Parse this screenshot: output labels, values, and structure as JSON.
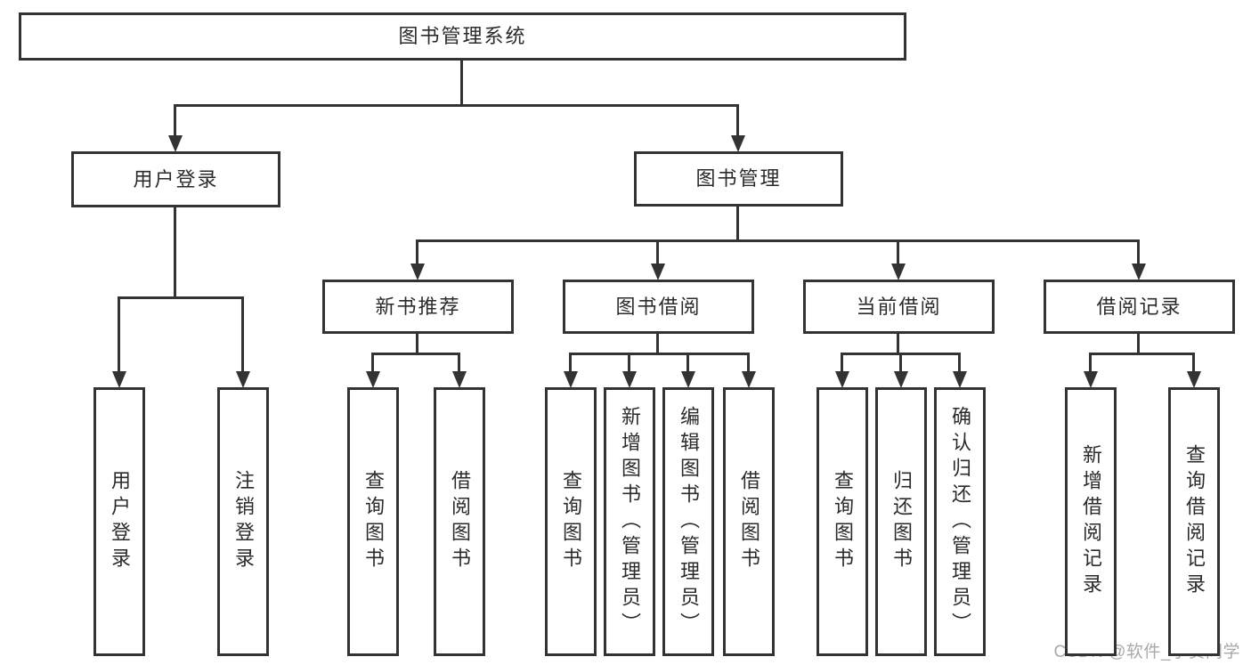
{
  "diagram": {
    "title": "图书管理系统",
    "nodes": {
      "root": {
        "label": "图书管理系统"
      },
      "userLogin": {
        "label": "用户登录"
      },
      "bookMgmt": {
        "label": "图书管理"
      },
      "newRec": {
        "label": "新书推荐"
      },
      "bookBorrow": {
        "label": "图书借阅"
      },
      "currentBorrow": {
        "label": "当前借阅"
      },
      "borrowRecords": {
        "label": "借阅记录"
      },
      "leafUserLogin": {
        "label": "用户登录"
      },
      "leafLogout": {
        "label": "注销登录"
      },
      "leafRecQuery": {
        "label": "查询图书"
      },
      "leafRecBorrow": {
        "label": "借阅图书"
      },
      "leafBorrowQuery": {
        "label": "查询图书"
      },
      "leafBorrowAdd": {
        "label": "新增图书（管理员）"
      },
      "leafBorrowEdit": {
        "label": "编辑图书（管理员）"
      },
      "leafBorrowBorrow": {
        "label": "借阅图书"
      },
      "leafCurQuery": {
        "label": "查询图书"
      },
      "leafCurReturn": {
        "label": "归还图书"
      },
      "leafCurConfirm": {
        "label": "确认归还（管理员）"
      },
      "leafRecordAdd": {
        "label": "新增借阅记录"
      },
      "leafRecordQuery": {
        "label": "查询借阅记录"
      }
    },
    "edges": [
      [
        "root",
        "userLogin"
      ],
      [
        "root",
        "bookMgmt"
      ],
      [
        "userLogin",
        "leafUserLogin"
      ],
      [
        "userLogin",
        "leafLogout"
      ],
      [
        "bookMgmt",
        "newRec"
      ],
      [
        "bookMgmt",
        "bookBorrow"
      ],
      [
        "bookMgmt",
        "currentBorrow"
      ],
      [
        "bookMgmt",
        "borrowRecords"
      ],
      [
        "newRec",
        "leafRecQuery"
      ],
      [
        "newRec",
        "leafRecBorrow"
      ],
      [
        "bookBorrow",
        "leafBorrowQuery"
      ],
      [
        "bookBorrow",
        "leafBorrowAdd"
      ],
      [
        "bookBorrow",
        "leafBorrowEdit"
      ],
      [
        "bookBorrow",
        "leafBorrowBorrow"
      ],
      [
        "currentBorrow",
        "leafCurQuery"
      ],
      [
        "currentBorrow",
        "leafCurReturn"
      ],
      [
        "currentBorrow",
        "leafCurConfirm"
      ],
      [
        "borrowRecords",
        "leafRecordAdd"
      ],
      [
        "borrowRecords",
        "leafRecordQuery"
      ]
    ]
  },
  "watermark": {
    "text": "CSDN @软件_小贺同学"
  },
  "colors": {
    "line": "#333333",
    "text": "#2b2b2b",
    "watermark": "#a9a9a9",
    "background": "#ffffff"
  }
}
